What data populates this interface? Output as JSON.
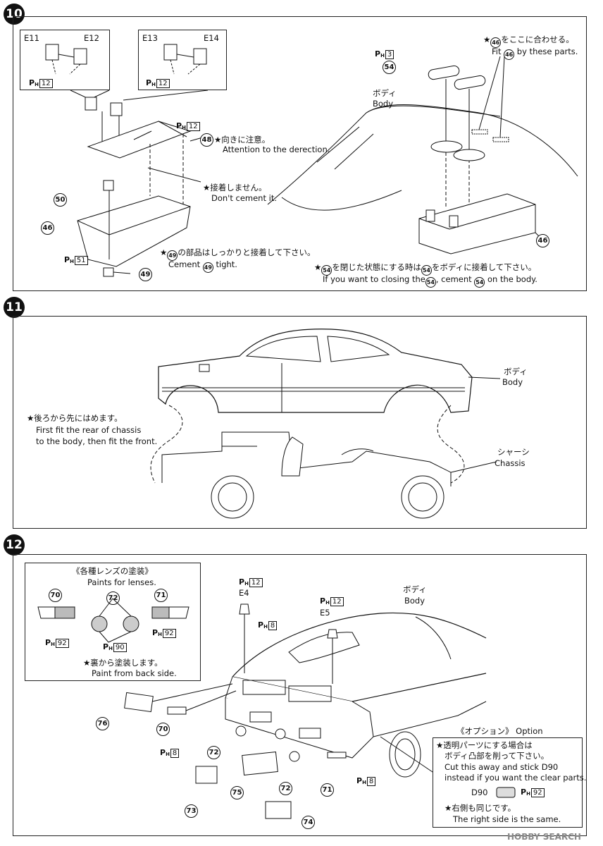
{
  "steps": {
    "s10": "10",
    "s11": "11",
    "s12": "12"
  },
  "step10": {
    "inset1": {
      "left": "E11",
      "right": "E12",
      "ph": "12"
    },
    "inset2": {
      "left": "E13",
      "right": "E14",
      "ph": "12"
    },
    "ph12": "12",
    "ph51": "51",
    "ph3": "3",
    "n48": "48",
    "n50": "50",
    "n46": "46",
    "n49": "49",
    "n54": "54",
    "n46b": "46",
    "note48_jp": "★向きに注意。",
    "note48_en": "Attention to the derection.",
    "nocement_jp": "★接着しません。",
    "nocement_en": "Don't cement it.",
    "note49_jp_a": "★",
    "note49_jp_b": "の部品はしっかりと接着して下さい。",
    "note49_en_a": "Cement",
    "note49_en_b": "tight.",
    "body_jp": "ボディ",
    "body_en": "Body",
    "note46_jp_a": "★",
    "note46_jp_b": "をここに合わせる。",
    "note46_en_a": "Fit",
    "note46_en_b": "by these parts.",
    "note54_jp_a": "★",
    "note54_jp_b": "を閉じた状態にする時は",
    "note54_jp_c": "をボディに接着して下さい。",
    "note54_en_a": "If you want to closing the",
    "note54_en_b": ", cement",
    "note54_en_c": "on the body."
  },
  "step11": {
    "body_jp": "ボディ",
    "body_en": "Body",
    "chassis_jp": "シャーシ",
    "chassis_en": "Chassis",
    "note_jp": "★後ろから先にはめます。",
    "note_en1": "First fit the rear of chassis",
    "note_en2": "to the body, then fit the front."
  },
  "step12": {
    "lens_title_jp": "《各種レンズの塗装》",
    "lens_title_en": "Paints for lenses.",
    "n70": "70",
    "n71": "71",
    "n72": "72",
    "ph92a": "92",
    "ph92b": "92",
    "ph90": "90",
    "paint_jp": "★裏から塗装します。",
    "paint_en": "Paint from back side.",
    "e4_ph": "12",
    "e4": "E4",
    "e5_ph": "12",
    "e5": "E5",
    "ph8a": "8",
    "ph8b": "8",
    "ph8c": "8",
    "body_jp": "ボディ",
    "body_en": "Body",
    "n76": "76",
    "n70b": "70",
    "n72b": "72",
    "n72c": "72",
    "n73": "73",
    "n75": "75",
    "n71b": "71",
    "n74": "74",
    "option_title": "《オプション》 Option",
    "opt_jp1": "★透明パーツにする場合は",
    "opt_jp2": "ボディ凸部を削って下さい。",
    "opt_en1": "Cut this away and stick D90",
    "opt_en2": "instead if you want the clear parts.",
    "d90": "D90",
    "ph92c": "92",
    "right_jp": "★右側も同じです。",
    "right_en": "The right side is the same."
  },
  "watermark": "HOBBY SEARCH"
}
